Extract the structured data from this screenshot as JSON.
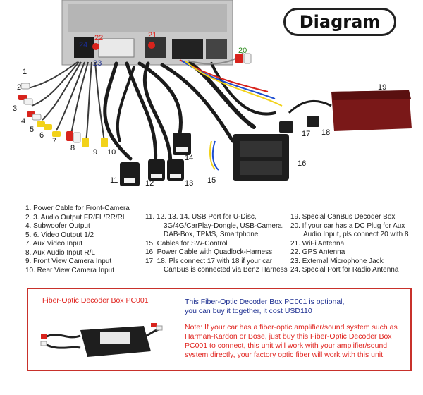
{
  "title": "Diagram",
  "callouts": {
    "n1": "1",
    "n2": "2",
    "n3": "3",
    "n4": "4",
    "n5": "5",
    "n6": "6",
    "n7": "7",
    "n8": "8",
    "n9": "9",
    "n10": "10",
    "n11": "11",
    "n12": "12",
    "n13": "13",
    "n14": "14",
    "n15": "15",
    "n16": "16",
    "n17": "17",
    "n18": "18",
    "n19": "19",
    "n20": "20",
    "n21": "21",
    "n22": "22",
    "n23": "23",
    "n24": "24"
  },
  "legend": {
    "col1": [
      "1. Power Cable for Front-Camera",
      "2. 3. Audio Output FR/FL/RR/RL",
      "4. Subwoofer Output",
      "5. 6. Video Output 1/2",
      "7. Aux Video Input",
      "8. Aux Audio Input R/L",
      "9. Front View Camera Input",
      "10. Rear View Camera Input"
    ],
    "col2": [
      "11. 12. 13. 14. USB Port for U-Disc,",
      "3G/4G/CarPlay-Dongle, USB-Camera,",
      "DAB-Box, TPMS, Smartphone",
      "15. Cables for SW-Control",
      "16. Power Cable with Quadlock-Harness",
      "17. 18. Pls connect 17 with 18 if your car",
      "CanBus is connected via Benz Harness"
    ],
    "col3": [
      "19. Special CanBus Decoder Box",
      "20. If your car has a DC Plug for Aux",
      "Audio Input, pls connect 20 with 8",
      "21. WiFi Antenna",
      "22. GPS Antenna",
      "23. External Microphone Jack",
      "24. Special Port for Radio Antenna"
    ]
  },
  "panel": {
    "title": "Fiber-Optic Decoder Box  PC001",
    "info": [
      "This Fiber-Optic Decoder Box  PC001 is optional,",
      "you can buy it together, it cost USD110"
    ],
    "note": [
      "Note: If your car has a fiber-optic amplifier/sound system such as",
      "Harman-Kardon or Bose, just buy this Fiber-Optic Decoder Box",
      "PC001 to connect, this unit will work with your amplifier/sound",
      "system directly, your factory optic fiber will work with this unit."
    ]
  },
  "colors": {
    "callout_red": "#e0241f",
    "callout_blue": "#1a2c8f",
    "callout_green": "#2e8b1e",
    "panel_border": "#c8312b",
    "rca_red": "#d8231c",
    "rca_white": "#f2f2f2",
    "rca_yellow": "#f2d21a",
    "decoder_box": "#7a1818"
  }
}
